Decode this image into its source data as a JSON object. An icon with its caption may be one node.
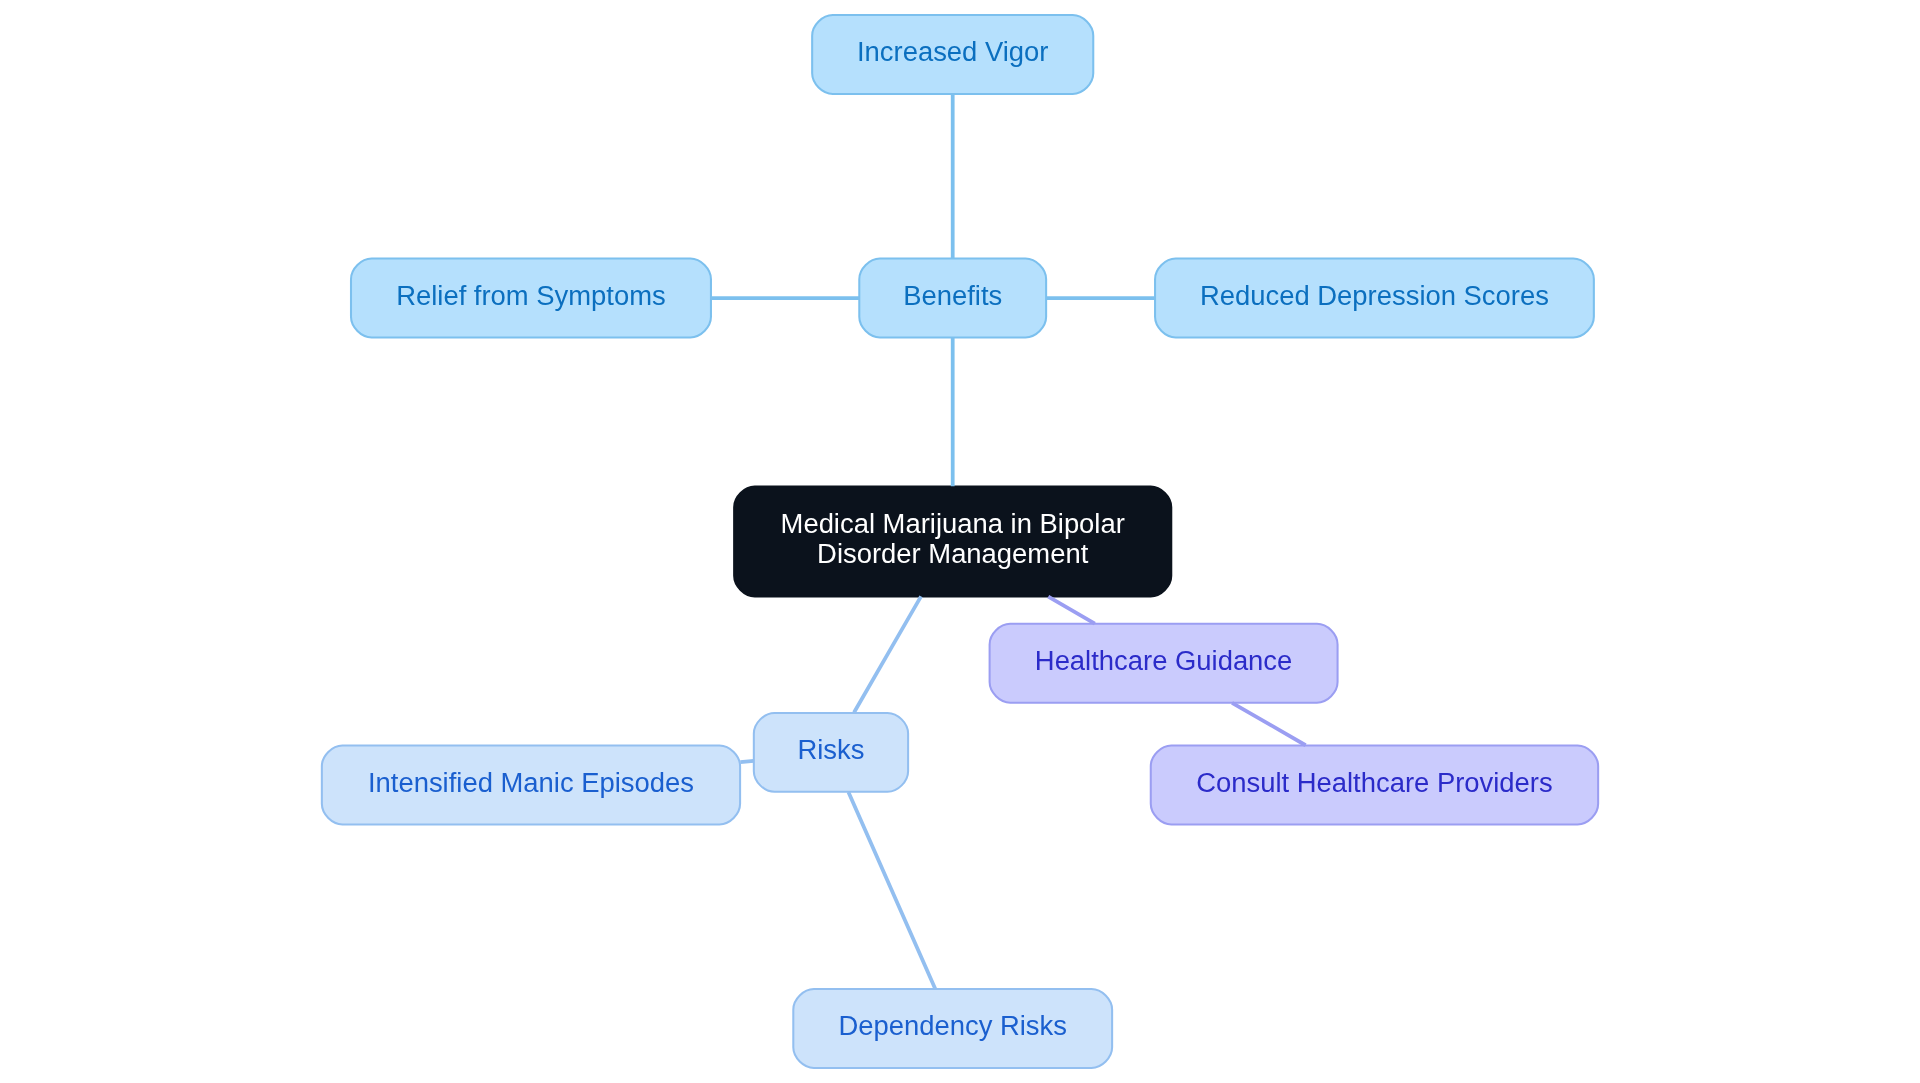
{
  "diagram": {
    "nodes": [
      {
        "text": [
          "Medical Marijuana in Bipolar Disorder Management"
        ]
      },
      {
        "text": [
          "Benefits"
        ]
      },
      {
        "text": [
          "Reduced Depression Scores"
        ]
      },
      {
        "text": [
          "Increased Vigor"
        ]
      },
      {
        "text": [
          "Relief from Symptoms"
        ]
      },
      {
        "text": [
          "Risks"
        ]
      },
      {
        "text": [
          "Intensified Manic Episodes"
        ]
      },
      {
        "text": [
          "Dependency Risks"
        ]
      },
      {
        "text": [
          "Healthcare Guidance"
        ]
      },
      {
        "text": [
          "Consult Healthcare Providers"
        ]
      }
    ],
    "edges": [
      {
        "from": 0,
        "to": 1,
        "arrow": "none"
      },
      {
        "from": 1,
        "to": 2,
        "arrow": "none"
      },
      {
        "from": 1,
        "to": 3,
        "arrow": "none"
      },
      {
        "from": 1,
        "to": 4,
        "arrow": "none"
      },
      {
        "from": 0,
        "to": 5,
        "arrow": "none",
        "color": "#93bff0"
      },
      {
        "from": 5,
        "to": 6,
        "arrow": "none",
        "color": "#93bff0"
      },
      {
        "from": 5,
        "to": 7,
        "arrow": "none",
        "color": "#93bff0"
      },
      {
        "from": 0,
        "to": 8,
        "arrow": "none",
        "color": "#9b9ef2"
      },
      {
        "from": 8,
        "to": 9,
        "arrow": "none",
        "color": "#9b9ef2"
      }
    ]
  }
}
